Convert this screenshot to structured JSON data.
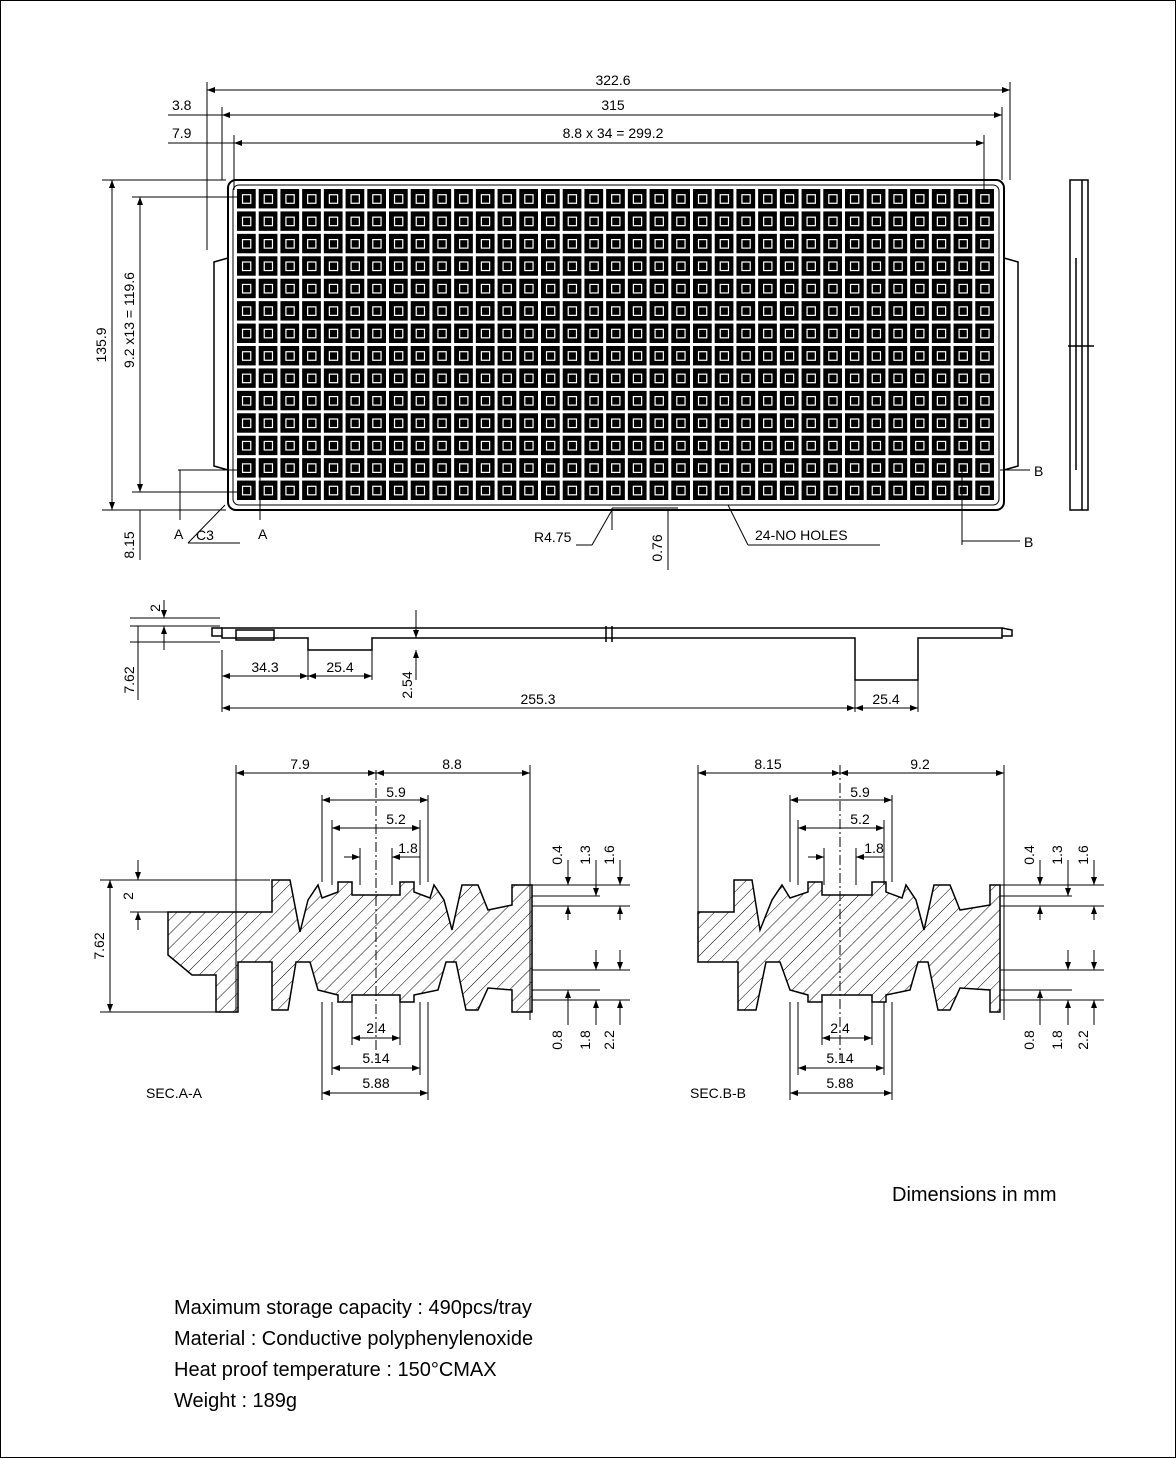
{
  "top_view": {
    "dims": {
      "overall_length": "322.6",
      "body_length": "315",
      "edge_offset_a": "3.8",
      "edge_offset_b": "7.9",
      "pitch_x": "8.8 x 34 = 299.2",
      "overall_height": "135.9",
      "pitch_y": "9.2 x13 = 119.6",
      "bottom_offset": "8.15",
      "corner_chamfer": "C3",
      "radius": "R4.75",
      "rib": "0.76",
      "no_holes": "24-NO HOLES"
    },
    "section_marks": {
      "a": "A",
      "b": "B"
    },
    "grid": {
      "columns": 35,
      "rows": 14
    }
  },
  "side_view": {
    "dims": {
      "top_step": "2",
      "height": "7.62",
      "foot_1": "34.3",
      "foot_2": "25.4",
      "foot_depth": "2.54",
      "span": "255.3",
      "foot_3": "25.4"
    }
  },
  "section_a": {
    "label": "SEC.A-A",
    "dims": {
      "edge": "7.9",
      "pitch": "8.8",
      "w1": "5.9",
      "w2": "5.2",
      "w3": "1.8",
      "top_step": "2",
      "height": "7.62",
      "d1": "0.4",
      "d2": "1.3",
      "d3": "1.6",
      "d4": "0.8",
      "d5": "1.8",
      "d6": "2.2",
      "b1": "2.4",
      "b2": "5.14",
      "b3": "5.88"
    }
  },
  "section_b": {
    "label": "SEC.B-B",
    "dims": {
      "edge": "8.15",
      "pitch": "9.2",
      "w1": "5.9",
      "w2": "5.2",
      "w3": "1.8",
      "d1": "0.4",
      "d2": "1.3",
      "d3": "1.6",
      "d4": "0.8",
      "d5": "1.8",
      "d6": "2.2",
      "b1": "2.4",
      "b2": "5.14",
      "b3": "5.88"
    }
  },
  "units": "Dimensions in mm",
  "notes": [
    "Maximum storage capacity : 490pcs/tray",
    "Material : Conductive polyphenylenoxide",
    "Heat proof temperature : 150°CMAX",
    "Weight : 189g"
  ]
}
